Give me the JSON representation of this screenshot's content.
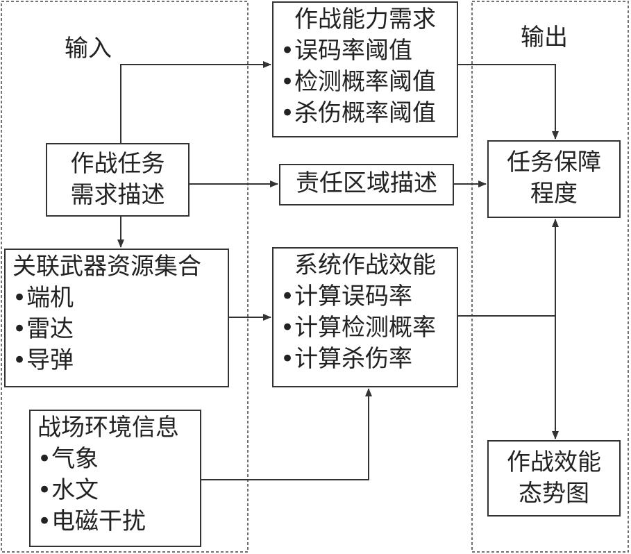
{
  "input_group": {
    "label": "输入"
  },
  "output_group": {
    "label": "输出"
  },
  "task_description": {
    "line1": "作战任务",
    "line2": "需求描述"
  },
  "capability_requirements": {
    "title": "作战能力需求",
    "items": [
      "误码率阈值",
      "检测概率阈值",
      "杀伤概率阈值"
    ]
  },
  "zone_description": {
    "label": "责任区域描述"
  },
  "weapon_resources": {
    "title": "关联武器资源集合",
    "items": [
      "端机",
      "雷达",
      "导弹"
    ]
  },
  "system_effectiveness": {
    "title": "系统作战效能",
    "items": [
      "计算误码率",
      "计算检测概率",
      "计算杀伤率"
    ]
  },
  "battlefield_environment": {
    "title": "战场环境信息",
    "items": [
      "气象",
      "水文",
      "电磁干扰"
    ]
  },
  "mission_assurance": {
    "line1": "任务保障",
    "line2": "程度"
  },
  "effectiveness_situation": {
    "line1": "作战效能",
    "line2": "态势图"
  }
}
